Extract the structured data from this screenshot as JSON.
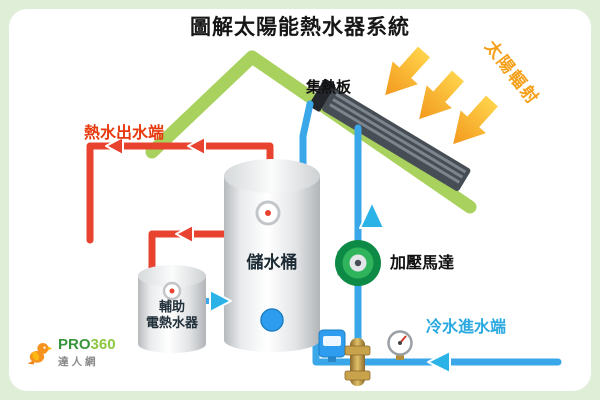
{
  "title": "圖解太陽能熱水器系統",
  "labels": {
    "collector": "集熱板",
    "solar_radiation": "太陽輻射",
    "hot_water_outlet": "熱水出水端",
    "storage_tank": "儲水桶",
    "aux_heater_line1": "輔助",
    "aux_heater_line2": "電熱水器",
    "pump": "加壓馬達",
    "cold_water_inlet": "冷水進水端"
  },
  "logo": {
    "brand_pro": "PRO",
    "brand_360": "360",
    "subtitle": "達人網"
  },
  "colors": {
    "hot_water": "#e8432e",
    "cold_water": "#3aa7e8",
    "flow_arrow_cyan": "#2bb3e8",
    "roof_green": "#a9d15e",
    "sun_yellow": "#f9b234",
    "pump_green": "#0d8a45",
    "brass": "#c9a24c",
    "background_green": "#dfeed6"
  }
}
